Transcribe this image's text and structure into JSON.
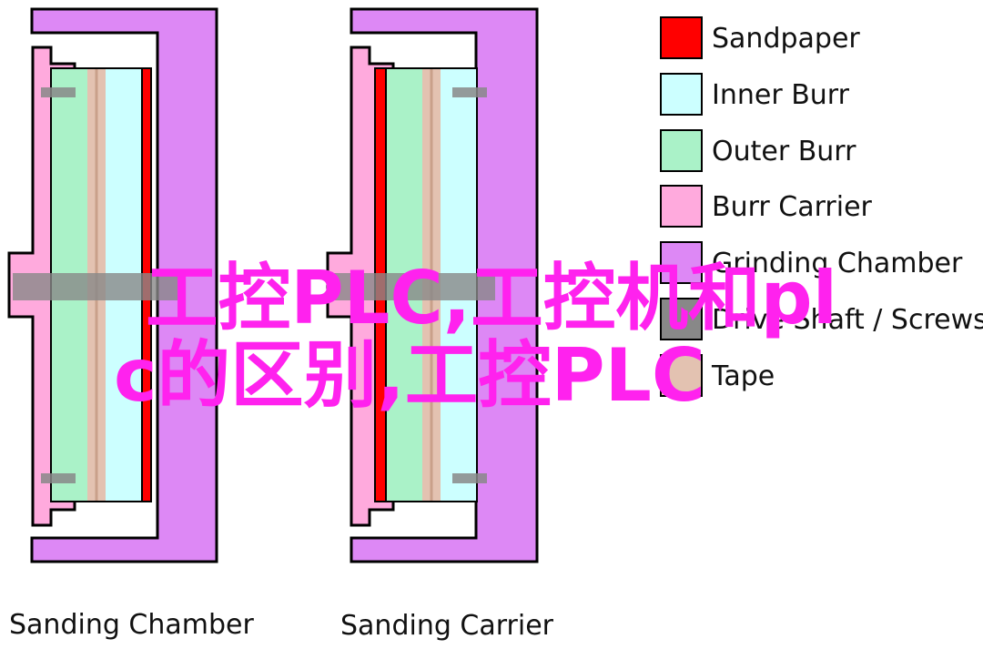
{
  "colors": {
    "sandpaper": "#ff0000",
    "inner_burr": "#ccffff",
    "outer_burr": "#aaf2c8",
    "burr_carrier": "#ffaadd",
    "grinding_chamber": "#dd88f5",
    "drive_shaft": "#888888",
    "tape": "#e3c2b1",
    "watermark": "#ff22ee",
    "outline": "#000000"
  },
  "legend": {
    "items": [
      {
        "label": "Sandpaper",
        "color": "#ff0000"
      },
      {
        "label": "Inner Burr",
        "color": "#ccffff"
      },
      {
        "label": "Outer Burr",
        "color": "#aaf2c8"
      },
      {
        "label": "Burr Carrier",
        "color": "#ffaadd"
      },
      {
        "label": "Grinding Chamber",
        "color": "#dd88f5"
      },
      {
        "label": "Drive Shaft / Screws",
        "color": "#888888"
      },
      {
        "label": "Tape",
        "color": "#e3c2b1"
      }
    ]
  },
  "captions": {
    "left": "Sanding Chamber",
    "right": "Sanding Carrier"
  },
  "overlay": {
    "line1": "工控PLC,工控机和pl",
    "line2": "c的区别,工控PLC"
  }
}
